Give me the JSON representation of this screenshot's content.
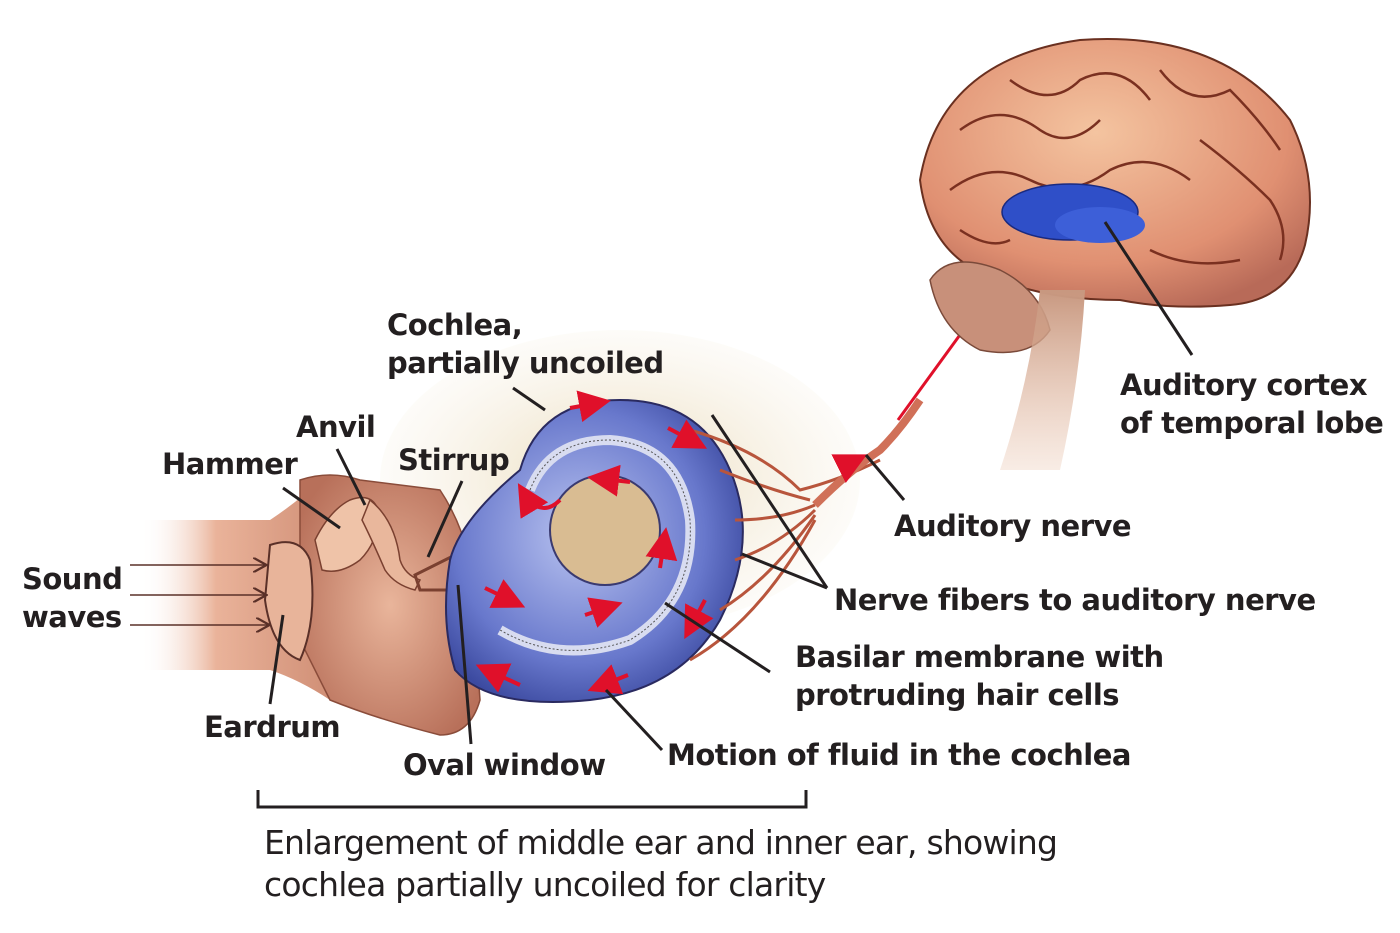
{
  "title": "Hearing pathway: ear to auditory cortex",
  "labels": {
    "sound_waves": [
      "Sound",
      "waves"
    ],
    "hammer": "Hammer",
    "anvil": "Anvil",
    "stirrup": "Stirrup",
    "eardrum": "Eardrum",
    "oval_window": "Oval window",
    "cochlea": [
      "Cochlea,",
      "partially uncoiled"
    ],
    "auditory_nerve": "Auditory nerve",
    "nerve_fibers": "Nerve fibers to auditory nerve",
    "basilar_membrane": [
      "Basilar membrane with",
      "protruding hair cells"
    ],
    "fluid_motion": "Motion of fluid in the cochlea",
    "auditory_cortex": [
      "Auditory cortex",
      "of temporal lobe"
    ]
  },
  "caption": [
    "Enlargement of middle ear and inner ear, showing",
    "cochlea partially uncoiled for clarity"
  ],
  "colors": {
    "ear_tissue": "#c8826a",
    "cochlea_fluid": "#6f7fd0",
    "brain": "#e8a07a",
    "cortex_highlight": "#2f4fc8",
    "arrows": "#e0102a",
    "text": "#231f20"
  }
}
